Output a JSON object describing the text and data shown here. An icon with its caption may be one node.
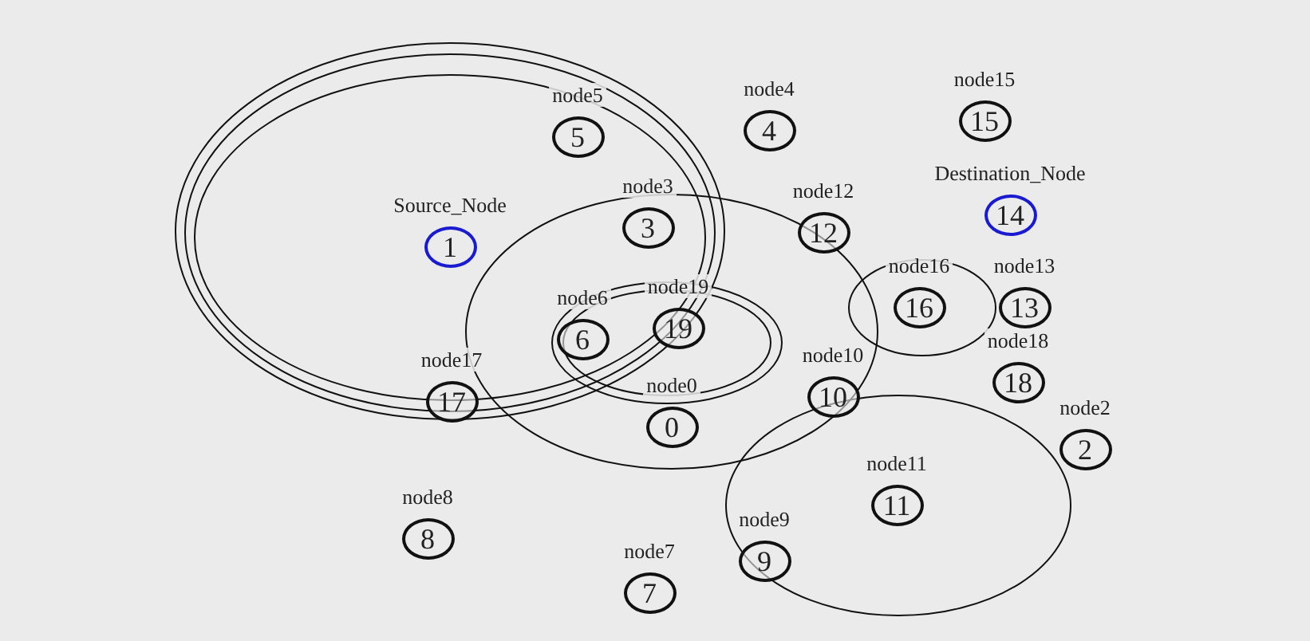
{
  "diagram": {
    "nodes": [
      {
        "text": [
          "0"
        ],
        "beside": [
          "node0"
        ]
      },
      {
        "text": [
          "1"
        ],
        "beside": [
          "Source_Node"
        ]
      },
      {
        "text": [
          "2"
        ],
        "beside": [
          "node2"
        ]
      },
      {
        "text": [
          "3"
        ],
        "beside": [
          "node3"
        ]
      },
      {
        "text": [
          "4"
        ],
        "beside": [
          "node4"
        ]
      },
      {
        "text": [
          "5"
        ],
        "beside": [
          "node5"
        ]
      },
      {
        "text": [
          "6"
        ],
        "beside": [
          "node6"
        ]
      },
      {
        "text": [
          "7"
        ],
        "beside": [
          "node7"
        ]
      },
      {
        "text": [
          "8"
        ],
        "beside": [
          "node8"
        ]
      },
      {
        "text": [
          "9"
        ],
        "beside": [
          "node9"
        ]
      },
      {
        "text": [
          "10"
        ],
        "beside": [
          "node10"
        ]
      },
      {
        "text": [
          "11"
        ],
        "beside": [
          "node11"
        ]
      },
      {
        "text": [
          "12"
        ],
        "beside": [
          "node12"
        ]
      },
      {
        "text": [
          "13"
        ],
        "beside": [
          "node13"
        ]
      },
      {
        "text": [
          "14"
        ],
        "beside": [
          "Destination_Node"
        ]
      },
      {
        "text": [
          "15"
        ],
        "beside": [
          "node15"
        ]
      },
      {
        "text": [
          "16"
        ],
        "beside": [
          "node16"
        ]
      },
      {
        "text": [
          "17"
        ],
        "beside": [
          "node17"
        ]
      },
      {
        "text": [
          "18"
        ],
        "beside": [
          "node18"
        ]
      },
      {
        "text": [
          "19"
        ],
        "beside": [
          "node19"
        ]
      }
    ]
  }
}
